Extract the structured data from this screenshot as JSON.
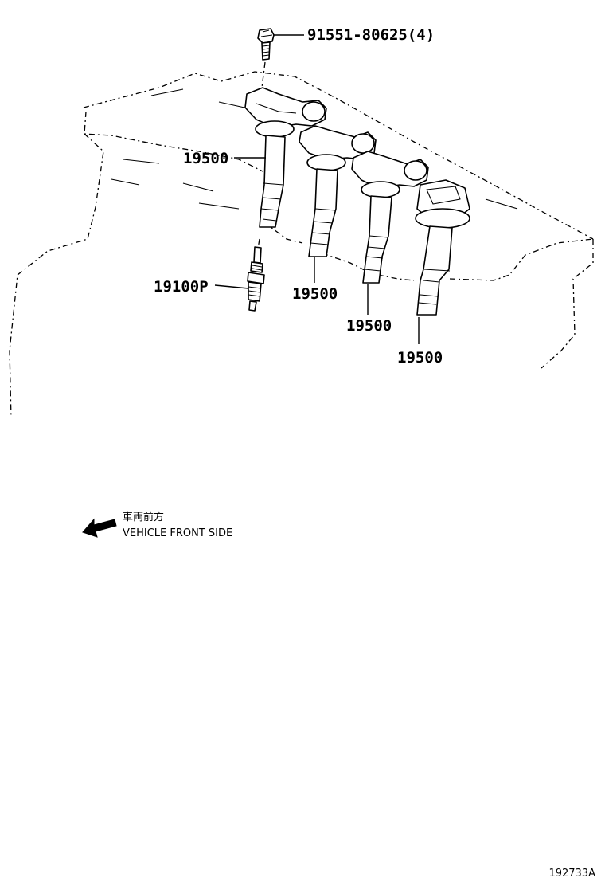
{
  "parts": {
    "bolt": {
      "number": "91551-80625(4)"
    },
    "coil_1": {
      "number": "19500"
    },
    "coil_2": {
      "number": "19500"
    },
    "coil_3": {
      "number": "19500"
    },
    "coil_4": {
      "number": "19500"
    },
    "spark_plug": {
      "number": "19100P"
    }
  },
  "direction_note": {
    "japanese": "車両前方",
    "english": "VEHICLE FRONT SIDE",
    "icon": "arrow-left-icon"
  },
  "figure_ref": "192733A"
}
